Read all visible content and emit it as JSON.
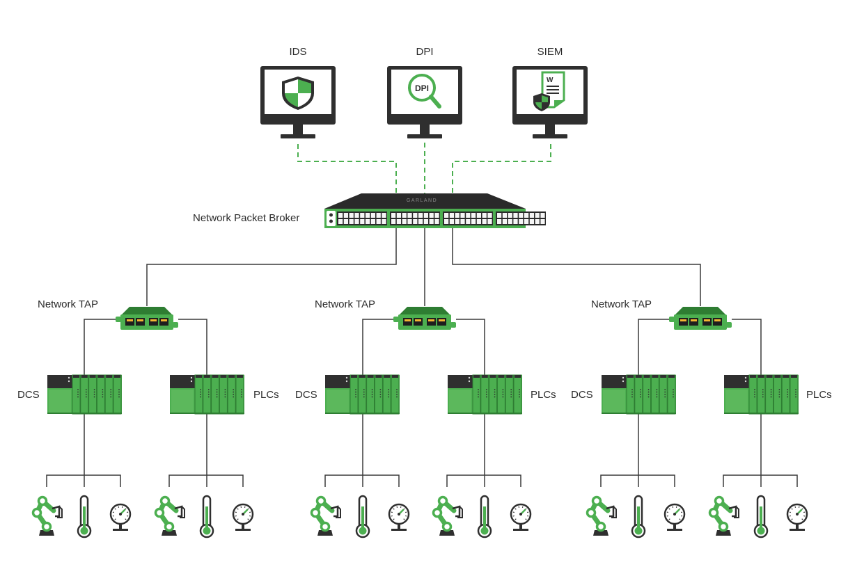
{
  "monitors": [
    {
      "label": "IDS",
      "icon": "shield-icon"
    },
    {
      "label": "DPI",
      "icon": "magnifier-icon",
      "icon_text": "DPI"
    },
    {
      "label": "SIEM",
      "icon": "document-shield-icon",
      "icon_text": "W"
    }
  ],
  "packet_broker": {
    "label": "Network Packet Broker",
    "logo": "GARLAND"
  },
  "taps": [
    {
      "label": "Network TAP"
    },
    {
      "label": "Network TAP"
    },
    {
      "label": "Network TAP"
    }
  ],
  "controllers": {
    "left_label": "DCS",
    "right_label": "PLCs"
  },
  "field_devices": [
    "robot-arm-icon",
    "thermometer-icon",
    "gauge-icon"
  ],
  "colors": {
    "accent": "#4caf50",
    "accent_dark": "#2e7d32",
    "device_dark": "#2f2f2f",
    "line": "#3a3a3a"
  }
}
